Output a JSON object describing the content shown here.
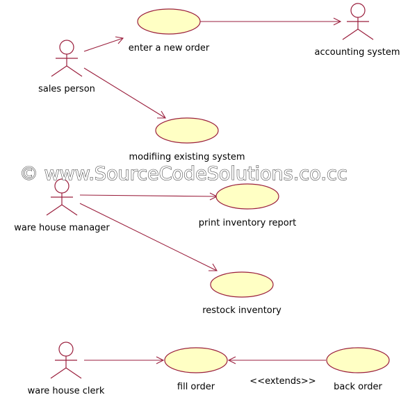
{
  "actors": [
    {
      "id": "sales_person",
      "label": "sales person"
    },
    {
      "id": "accounting_system",
      "label": "accounting system"
    },
    {
      "id": "ware_house_manager",
      "label": "ware house manager"
    },
    {
      "id": "ware_house_clerk",
      "label": "ware house clerk"
    }
  ],
  "use_cases": [
    {
      "id": "enter_new_order",
      "label": "enter a new order"
    },
    {
      "id": "modifying_existing_system",
      "label": "modifiing existing system"
    },
    {
      "id": "print_inventory_report",
      "label": "print inventory report"
    },
    {
      "id": "restock_inventory",
      "label": "restock inventory"
    },
    {
      "id": "fill_order",
      "label": "fill order"
    },
    {
      "id": "back_order",
      "label": "back order"
    }
  ],
  "relationships": [
    {
      "from": "sales_person",
      "to": "enter_new_order",
      "label": ""
    },
    {
      "from": "sales_person",
      "to": "modifying_existing_system",
      "label": ""
    },
    {
      "from": "enter_new_order",
      "to": "accounting_system",
      "label": ""
    },
    {
      "from": "ware_house_manager",
      "to": "print_inventory_report",
      "label": ""
    },
    {
      "from": "ware_house_manager",
      "to": "restock_inventory",
      "label": ""
    },
    {
      "from": "ware_house_clerk",
      "to": "fill_order",
      "label": ""
    },
    {
      "from": "back_order",
      "to": "fill_order",
      "label": "<<extends>>"
    }
  ],
  "watermark": "© www.SourceCodeSolutions.co.cc",
  "colors": {
    "line": "#9a1e3c",
    "use_case_fill": "#ffffc4"
  }
}
